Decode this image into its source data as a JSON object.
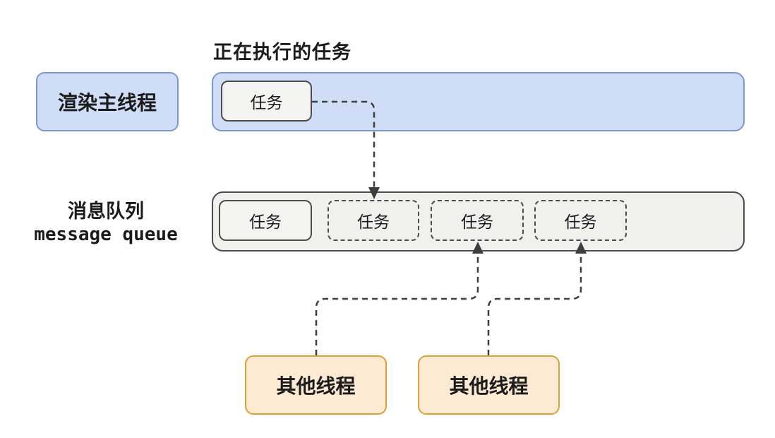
{
  "title": "正在执行的任务",
  "main_thread": {
    "label": "渲染主线程"
  },
  "executing_bar": {
    "task": {
      "label": "任务"
    }
  },
  "queue": {
    "label_zh": "消息队列",
    "label_en": "message queue",
    "tasks": [
      {
        "label": "任务",
        "variant": "solid"
      },
      {
        "label": "任务",
        "variant": "dashed"
      },
      {
        "label": "任务",
        "variant": "dashed"
      },
      {
        "label": "任务",
        "variant": "dashed"
      }
    ]
  },
  "other_threads": [
    {
      "label": "其他线程"
    },
    {
      "label": "其他线程"
    }
  ],
  "colors": {
    "blue_fill": "#cfdef6",
    "blue_border": "#7b97cf",
    "gray_fill": "#f0f0ef",
    "panel_fill": "#f3f3f2",
    "dark_border": "#4c4c4c",
    "orange_fill": "#fcebd2",
    "orange_border": "#d9a136",
    "arrow": "#3d3d3d",
    "text": "#1b1b1b"
  }
}
